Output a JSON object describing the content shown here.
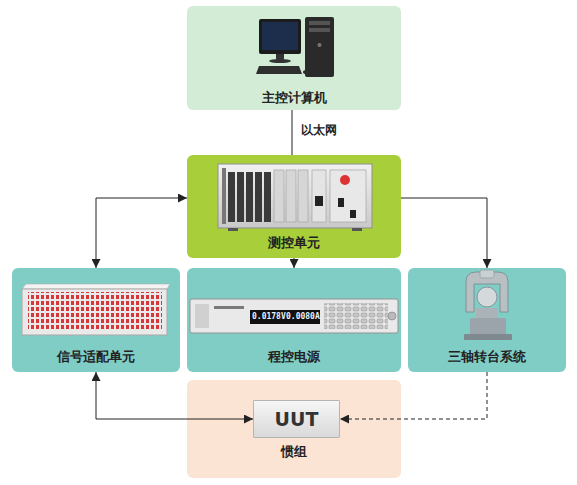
{
  "diagram": {
    "nodes": [
      {
        "text": [
          "主控计算机"
        ]
      },
      {
        "text": [
          "测控单元"
        ]
      },
      {
        "text": [
          "信号适配单元"
        ]
      },
      {
        "text": [
          "程控电源"
        ]
      },
      {
        "text": [
          "三轴转台系统"
        ]
      },
      {
        "text": [
          "惯组"
        ]
      },
      {
        "text": [
          "UUT"
        ],
        "in": 5
      }
    ],
    "edges": [
      {
        "from": 0,
        "to": 1,
        "arrow": "none",
        "label": "以太网"
      },
      {
        "from": 1,
        "to": 2,
        "arrow": "both"
      },
      {
        "from": 1,
        "to": 3,
        "arrow": "to"
      },
      {
        "from": 1,
        "to": 4,
        "arrow": "to"
      },
      {
        "from": 2,
        "to": 6,
        "arrow": "both"
      },
      {
        "from": 4,
        "to": 6,
        "arrow": "to"
      }
    ],
    "labels": [
      "0.0178V",
      "0.0080A"
    ]
  }
}
